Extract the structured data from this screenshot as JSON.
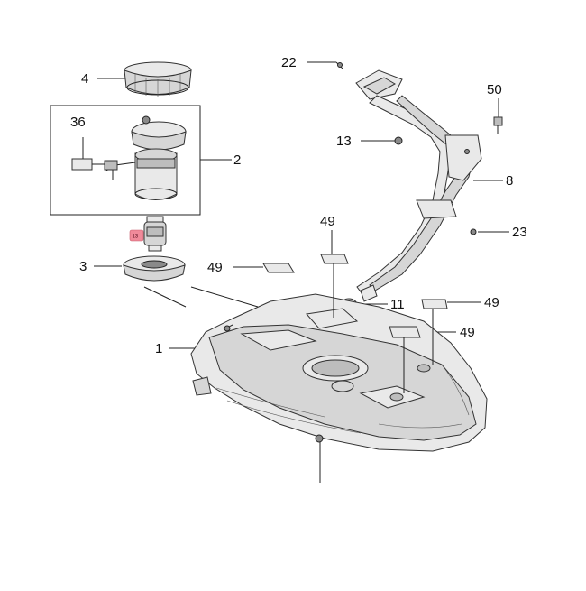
{
  "diagram": {
    "callouts": {
      "p1": "1",
      "p2": "2",
      "p3": "3",
      "p4": "4",
      "p8": "8",
      "p11": "11",
      "p13": "13",
      "p22": "22",
      "p23": "23",
      "p36": "36",
      "p49a": "49",
      "p49b": "49",
      "p49c": "49",
      "p49d": "49",
      "p50": "50"
    },
    "highlight_badge": "13",
    "highlight_color": "#f08a9a"
  }
}
